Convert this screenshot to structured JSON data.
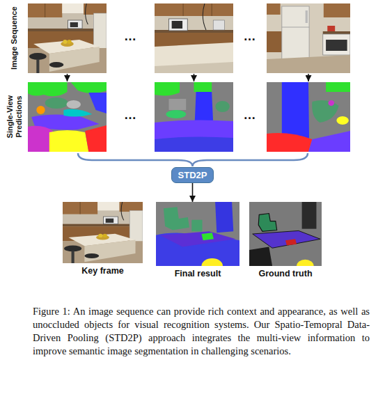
{
  "diagram": {
    "caption": "Figure 1: An image sequence can provide rich context and appearance, as well as unoccluded objects for visual recognition systems. Our Spatio-Temopral Data-Driven Pooling (STD2P) approach integrates the multi-view information to improve semantic image segmentation in challenging scenarios.",
    "nodes": [
      {
        "text": [
          "STD2P"
        ]
      },
      {
        "text": [
          "Key frame"
        ]
      },
      {
        "text": [
          "Final result"
        ]
      },
      {
        "text": [
          "Ground truth"
        ]
      }
    ],
    "edges": [
      {
        "from": 0,
        "to": 2,
        "arrow": "to"
      }
    ],
    "labels": [
      "Image Sequence",
      "…",
      "…",
      "Single-View Predictions",
      "…",
      "…"
    ]
  }
}
